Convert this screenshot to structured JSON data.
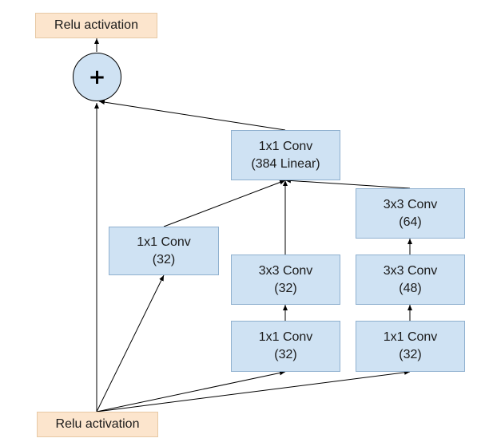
{
  "colors": {
    "activation_fill": "#fce5cd",
    "conv_fill": "#cfe2f3",
    "conv_border": "#8fb0cf",
    "arrow": "#000000"
  },
  "nodes": {
    "relu_top": {
      "label": "Relu activation"
    },
    "sum": {
      "symbol": "+"
    },
    "conv_linear": {
      "line1": "1x1 Conv",
      "line2": "(384 Linear)"
    },
    "b1_conv": {
      "line1": "1x1 Conv",
      "line2": "(32)"
    },
    "b2_conv3": {
      "line1": "3x3 Conv",
      "line2": "(32)"
    },
    "b2_conv1": {
      "line1": "1x1 Conv",
      "line2": "(32)"
    },
    "b3_conv3b": {
      "line1": "3x3 Conv",
      "line2": "(64)"
    },
    "b3_conv3a": {
      "line1": "3x3 Conv",
      "line2": "(48)"
    },
    "b3_conv1": {
      "line1": "1x1 Conv",
      "line2": "(32)"
    },
    "relu_bottom": {
      "label": "Relu activation"
    }
  }
}
